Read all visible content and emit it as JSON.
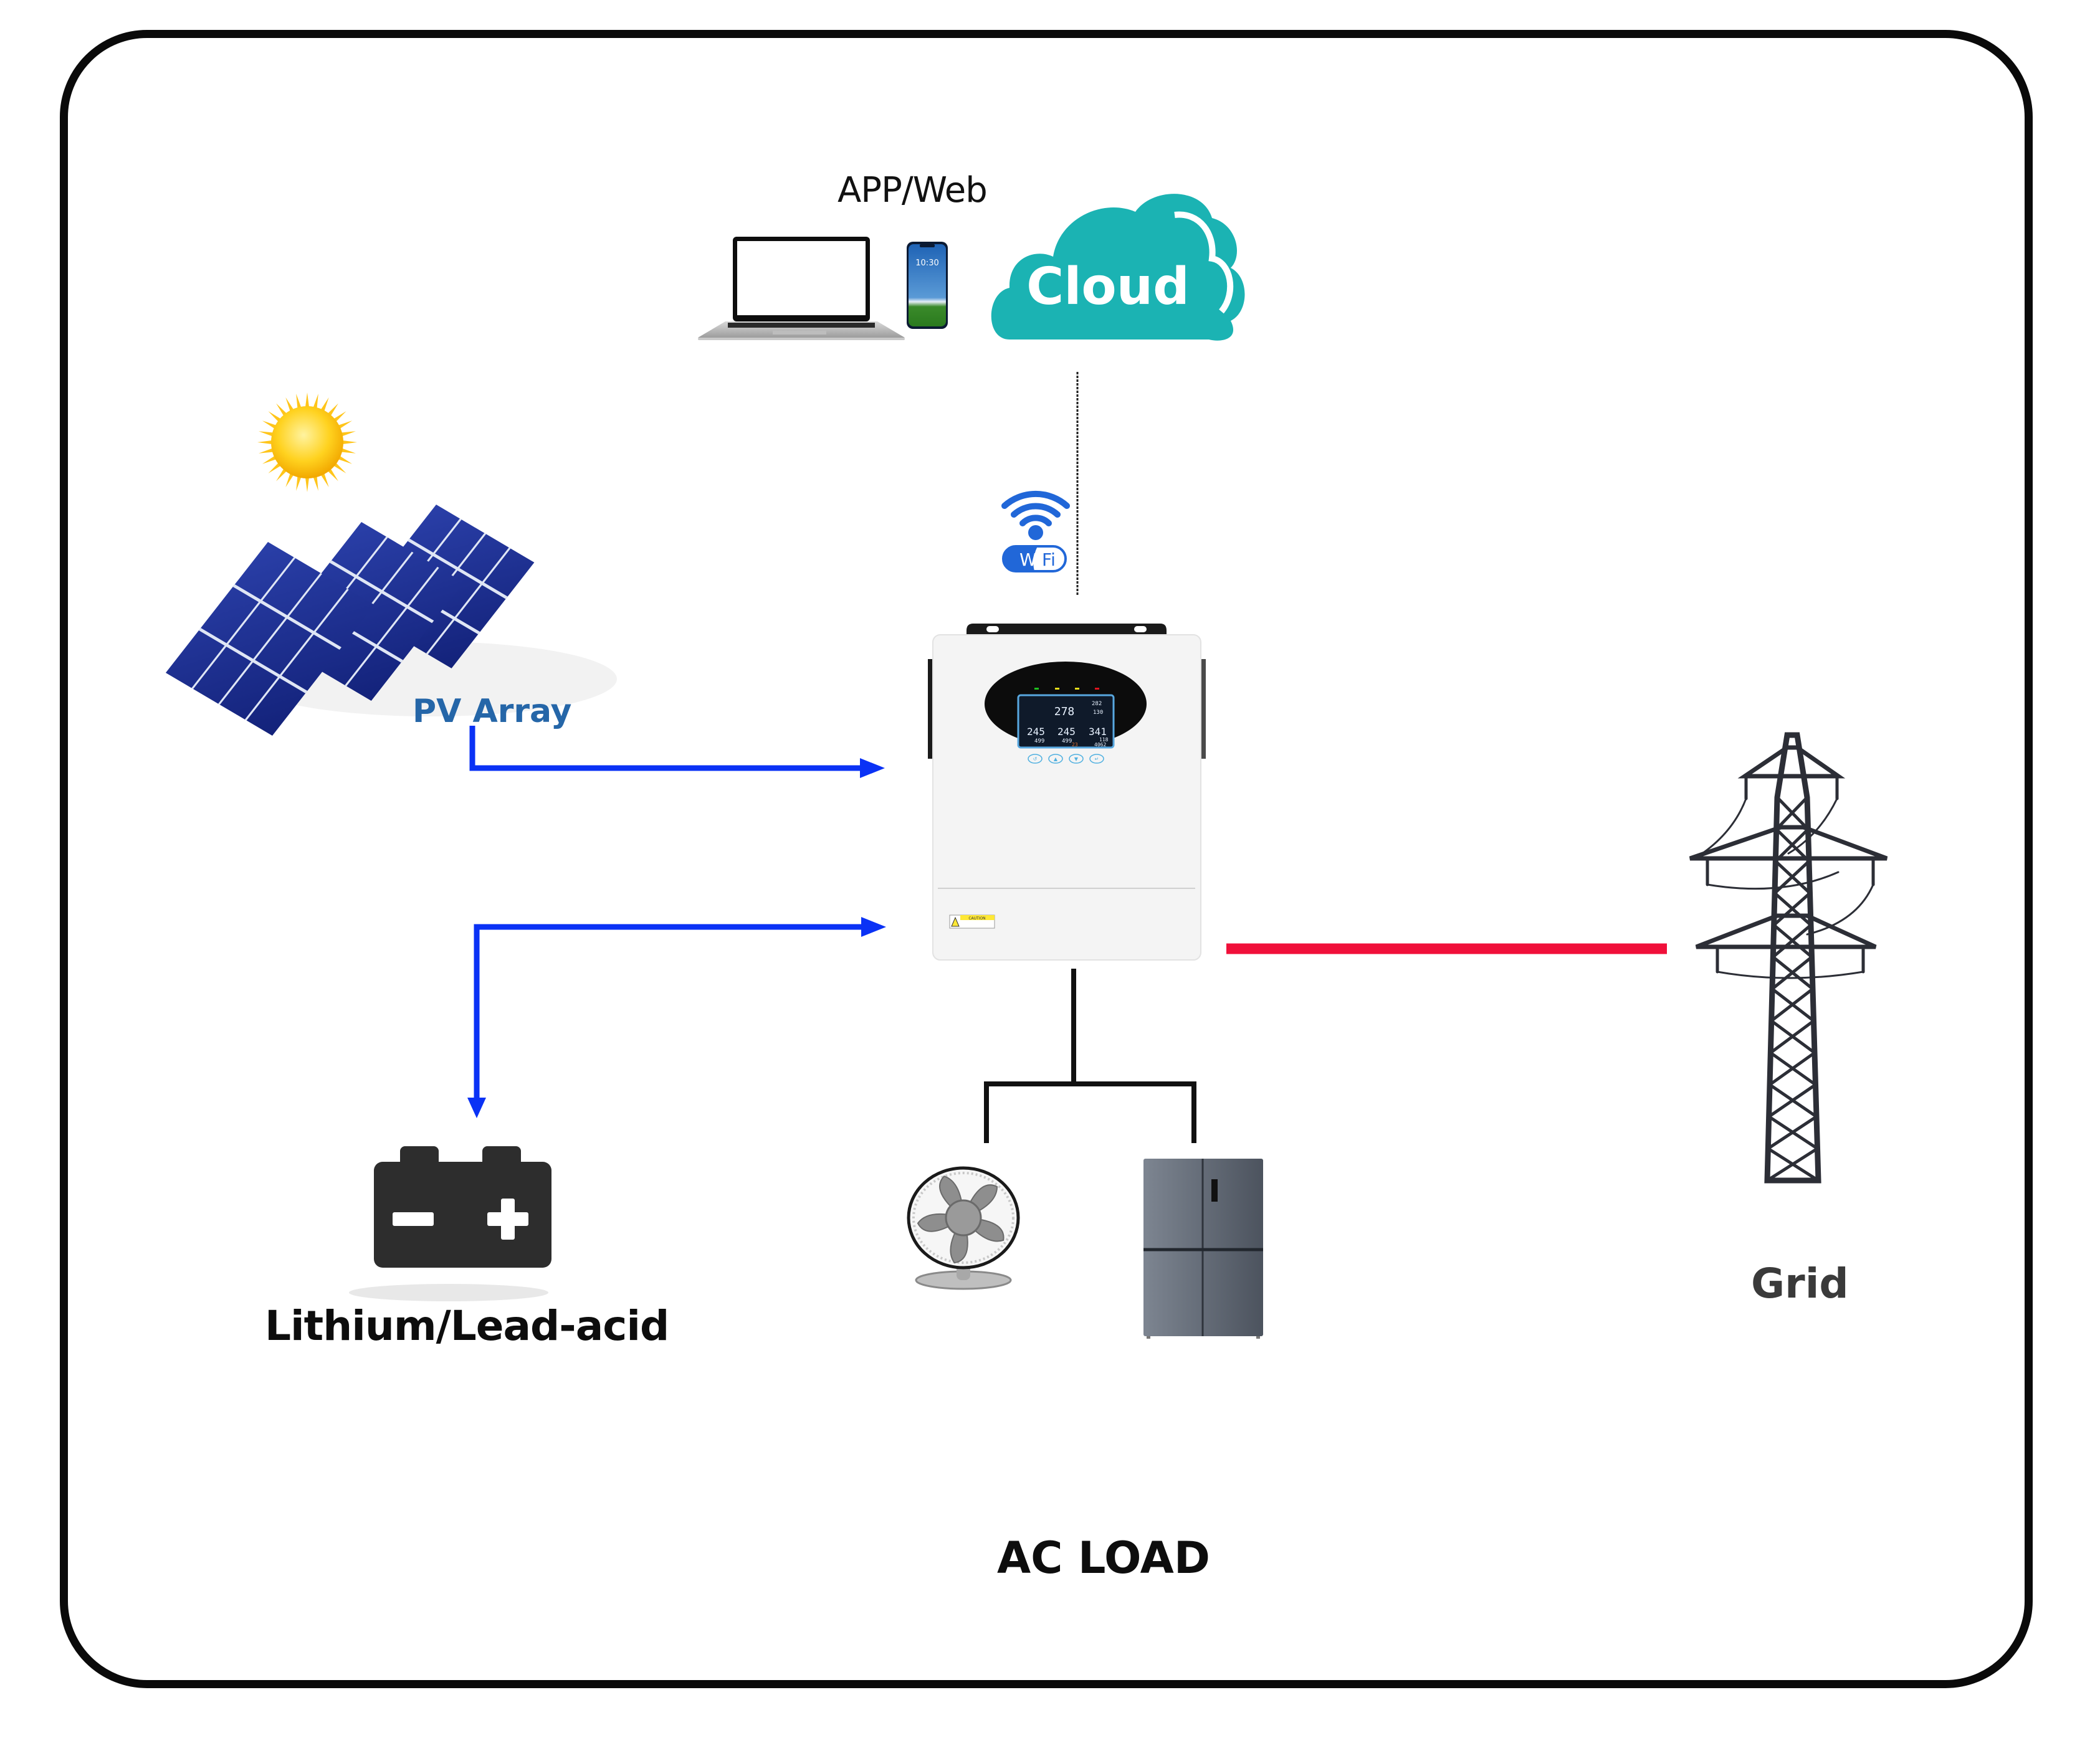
{
  "diagram": {
    "title": "Hybrid solar inverter system diagram",
    "colors": {
      "frame": "#0a0a0a",
      "dc_flow": "#0a32f5",
      "grid_line": "#f0103a",
      "ac_line": "#111111",
      "cloud": "#1bb3b3",
      "wifi": "#2167d8",
      "pv_label": "#2566a8"
    },
    "nodes": {
      "monitoring": {
        "label": "APP/Web",
        "devices": [
          {
            "type": "laptop",
            "icon": "laptop-icon"
          },
          {
            "type": "phone",
            "icon": "smartphone-icon",
            "screen_time": "10:30"
          }
        ]
      },
      "cloud": {
        "label": "Cloud",
        "icon": "cloud-icon"
      },
      "wifi": {
        "label_left": "Wi",
        "label_right": "Fi",
        "icon": "wifi-icon"
      },
      "pv": {
        "label": "PV Array",
        "icons": [
          "sun-icon",
          "solar-panel-icon"
        ]
      },
      "inverter": {
        "icon": "inverter-icon",
        "lcd": {
          "top_value": "278",
          "top_right_1": "282",
          "top_right_2": "130",
          "left_value": "245",
          "left_sub": "499",
          "mid_value": "245",
          "mid_sub": "499",
          "right_value": "341",
          "right_sub_1": "118",
          "right_sub_2": "4062",
          "bottom_value": "23"
        },
        "leds": [
          "#1ec21e",
          "#e8e01a",
          "#e8e01a",
          "#e0141e"
        ],
        "buttons": [
          "back",
          "up",
          "down",
          "enter"
        ],
        "caution_label": "CAUTION"
      },
      "battery": {
        "label": "Lithium/Lead-acid",
        "icon": "battery-icon",
        "minus": "−",
        "plus": "+"
      },
      "ac_load": {
        "label": "AC LOAD",
        "devices": [
          {
            "type": "fan",
            "icon": "fan-icon"
          },
          {
            "type": "refrigerator",
            "icon": "refrigerator-icon"
          }
        ]
      },
      "grid": {
        "label": "Grid",
        "icon": "transmission-tower-icon"
      }
    },
    "connections": [
      {
        "from": "cloud",
        "to": "inverter",
        "style": "dashed"
      },
      {
        "from": "pv",
        "to": "inverter",
        "style": "arrow",
        "color": "dc_flow"
      },
      {
        "from": "inverter",
        "to": "battery",
        "style": "arrow",
        "color": "dc_flow"
      },
      {
        "from": "inverter",
        "to": "grid",
        "style": "solid",
        "color": "grid_line"
      },
      {
        "from": "inverter",
        "to": "ac_load",
        "style": "branch",
        "color": "ac_line"
      }
    ]
  }
}
